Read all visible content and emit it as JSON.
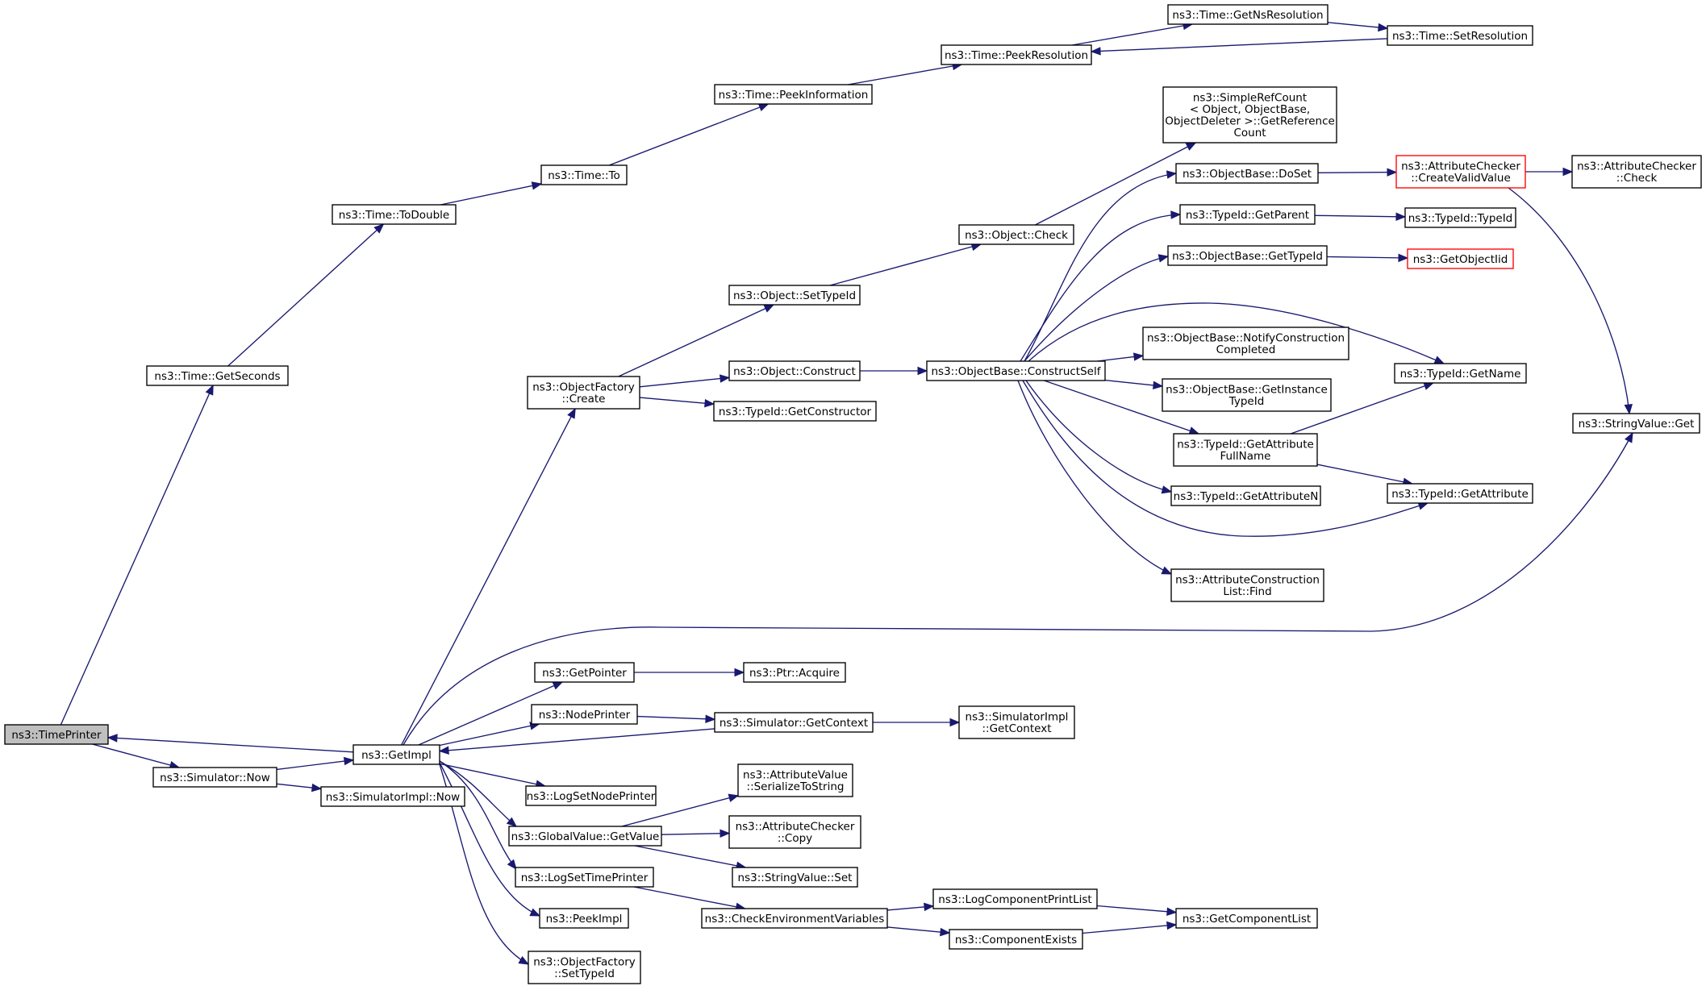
{
  "nodes": {
    "timeprinter": "ns3::TimePrinter",
    "simnow": "ns3::Simulator::Now",
    "simimplnow": "ns3::SimulatorImpl::Now",
    "getimpl": "ns3::GetImpl",
    "getseconds": "ns3::Time::GetSeconds",
    "todouble": "ns3::Time::ToDouble",
    "timeto": "ns3::Time::To",
    "peekinfo": "ns3::Time::PeekInformation",
    "peekres": "ns3::Time::PeekResolution",
    "getnsres": "ns3::Time::GetNsResolution",
    "setres": "ns3::Time::SetResolution",
    "ofcreate": [
      "ns3::ObjectFactory",
      "::Create"
    ],
    "objsettypeid": "ns3::Object::SetTypeId",
    "objcheck": "ns3::Object::Check",
    "simplerefcount": [
      "ns3::SimpleRefCount",
      "< Object, ObjectBase,",
      "ObjectDeleter >::GetReference",
      "Count"
    ],
    "objconstruct": "ns3::Object::Construct",
    "getconstructor": "ns3::TypeId::GetConstructor",
    "constructself": "ns3::ObjectBase::ConstructSelf",
    "doset": "ns3::ObjectBase::DoSet",
    "achkcreate": [
      "ns3::AttributeChecker",
      "::CreateValidValue"
    ],
    "achkcheck": [
      "ns3::AttributeChecker",
      "::Check"
    ],
    "getparent": "ns3::TypeId::GetParent",
    "typeidtypeid": "ns3::TypeId::TypeId",
    "obgettypeid": "ns3::ObjectBase::GetTypeId",
    "getobjectiid": "ns3::GetObjectIid",
    "notifyconstr": [
      "ns3::ObjectBase::NotifyConstruction",
      "Completed"
    ],
    "getname": "ns3::TypeId::GetName",
    "getinsttypeid": [
      "ns3::ObjectBase::GetInstance",
      "TypeId"
    ],
    "stringvalueget": "ns3::StringValue::Get",
    "getattrfullname": [
      "ns3::TypeId::GetAttribute",
      "FullName"
    ],
    "getattrn": "ns3::TypeId::GetAttributeN",
    "getattr": "ns3::TypeId::GetAttribute",
    "acfind": [
      "ns3::AttributeConstruction",
      "List::Find"
    ],
    "getpointer": "ns3::GetPointer",
    "ptracquire": "ns3::Ptr::Acquire",
    "nodeprinter": "ns3::NodePrinter",
    "simgetcontext": "ns3::Simulator::GetContext",
    "simimplgetcontext": [
      "ns3::SimulatorImpl",
      "::GetContext"
    ],
    "logsetnodeprinter": "ns3::LogSetNodePrinter",
    "avserialize": [
      "ns3::AttributeValue",
      "::SerializeToString"
    ],
    "gvgetvalue": "ns3::GlobalValue::GetValue",
    "achkcopy": [
      "ns3::AttributeChecker",
      "::Copy"
    ],
    "stringvalueset": "ns3::StringValue::Set",
    "logsettimeprinter": "ns3::LogSetTimePrinter",
    "checkenv": "ns3::CheckEnvironmentVariables",
    "logcompprintlist": "ns3::LogComponentPrintList",
    "compexists": "ns3::ComponentExists",
    "getcomplist": "ns3::GetComponentList",
    "peekimpl": "ns3::PeekImpl",
    "ofsettypeid": [
      "ns3::ObjectFactory",
      "::SetTypeId"
    ]
  },
  "colors": {
    "edge": "#191970",
    "root_fill": "#bfbfbf",
    "truncated_border": "#ff0000"
  }
}
